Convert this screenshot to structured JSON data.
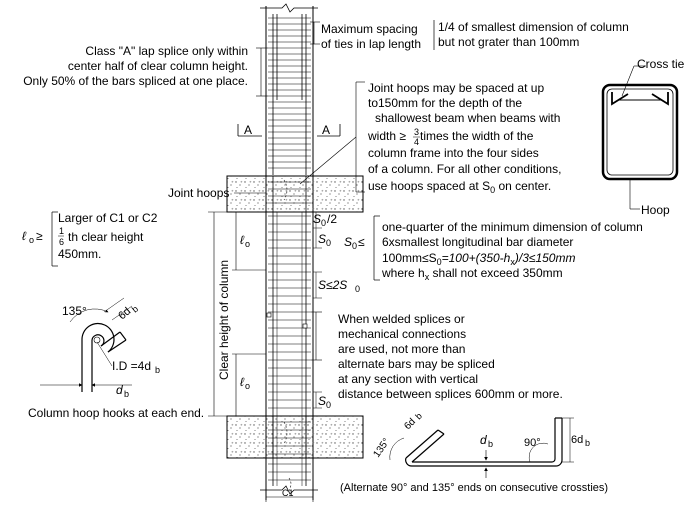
{
  "colors": {
    "line": "#000000",
    "background": "#ffffff",
    "concrete_dots": "#555555"
  },
  "lap_splice_note": {
    "line1": "Class \"A\" lap splice only within",
    "line2": "center half of clear column height.",
    "line3": "Only 50% of the bars spliced at one place."
  },
  "max_spacing_note": {
    "label_line1": "Maximum spacing",
    "label_line2": "of ties in lap length",
    "value_line1": "1/4 of smallest dimension of column",
    "value_line2": "but not grater than 100mm"
  },
  "section_marks": {
    "left": "A",
    "right": "A"
  },
  "joint_hoops_note": {
    "line1": "Joint hoops may be spaced at up",
    "line2": "to150mm for the depth of the",
    "line3": "shallowest beam when beams with",
    "line4_prefix": "width ≥",
    "line4_frac_num": "3",
    "line4_frac_den": "4",
    "line4_suffix": " times the width of the",
    "line5": "column frame into the four sides",
    "line6": "of a column. For all other conditions,",
    "line7_prefix": "use hoops spaced at S",
    "line7_sub": "0",
    "line7_suffix": " on center."
  },
  "hoop_detail": {
    "cross_tie_label": "Cross tie",
    "hoop_label": "Hoop"
  },
  "joint_hoops_label": "Joint hoops",
  "lo_rule": {
    "symbol": "ℓ",
    "symbol_sub": "o",
    "geq": "≥",
    "opt1": "Larger of C1 or C2",
    "opt2_num": "1",
    "opt2_den": "6",
    "opt2_suffix": "th clear height",
    "opt3": "450mm."
  },
  "dims": {
    "s0_half": "S",
    "s0_half_sub": "0",
    "s0_half_suffix": "/2",
    "s0": "S",
    "s0_sub": "0",
    "s_le_2s0_prefix": "S≤2S",
    "s_le_2s0_sub": "0",
    "s0_bottom": "S",
    "s0_bottom_sub": "0",
    "lo_top": "ℓ",
    "lo_top_sub": "o",
    "lo_bottom": "ℓ",
    "lo_bottom_sub": "o",
    "clear_height": "Clear height of column",
    "c1": "C1"
  },
  "s0_rule": {
    "prefix": "S",
    "prefix_sub": "0",
    "leq": "≤",
    "opt1": "one-quarter of the minimum dimension of column",
    "opt2": "6xsmallest longitudinal bar diameter",
    "opt3_a": "100mm≤S",
    "opt3_a_sub": "0",
    "opt3_b": "=100+(350-h",
    "opt3_b_sub": "x",
    "opt3_c": ")/3≤150mm",
    "opt4_a": "where h",
    "opt4_a_sub": "x",
    "opt4_b": " shall not exceed 350mm"
  },
  "welded_note": {
    "line1": "When welded splices or",
    "line2": "mechanical connections",
    "line3": "are used, not more than",
    "line4": "alternate bars may be spliced",
    "line5": "at any   section with vertical",
    "line6": "distance between splices 600mm or more."
  },
  "hook_detail": {
    "angle": "135°",
    "extension": "6d",
    "extension_sub": "b",
    "id_label": "I.D =4d",
    "id_sub": "b",
    "db": "d",
    "db_sub": "b",
    "caption": "Column hoop hooks at each end."
  },
  "crosstie_detail": {
    "angle_left": "135°",
    "ext_left": "6d",
    "ext_left_sub": "b",
    "db": "d",
    "db_sub": "b",
    "angle_right": "90°",
    "ext_right": "6d",
    "ext_right_sub": "b",
    "caption": "(Alternate 90° and 135° ends on consecutive crossties)"
  }
}
